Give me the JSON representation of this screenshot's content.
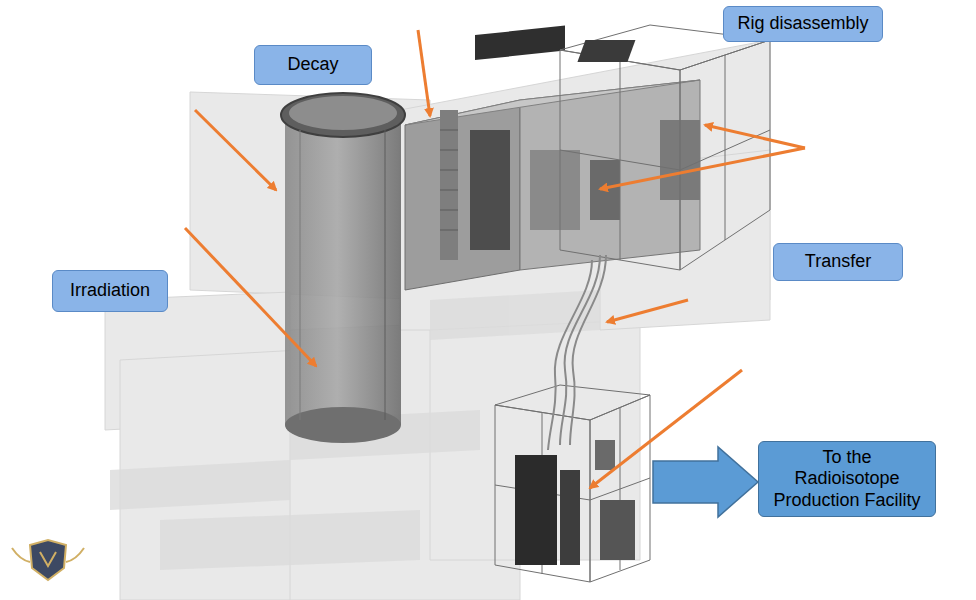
{
  "diagram": {
    "nodes": [
      {
        "text": [
          "Decay"
        ]
      },
      {
        "text": [
          "Rig disassembly"
        ]
      },
      {
        "text": [
          "Irradiation"
        ]
      },
      {
        "text": [
          "Transfer"
        ]
      },
      {
        "text": [
          "To the Radioisotope Production Facility"
        ]
      }
    ]
  }
}
